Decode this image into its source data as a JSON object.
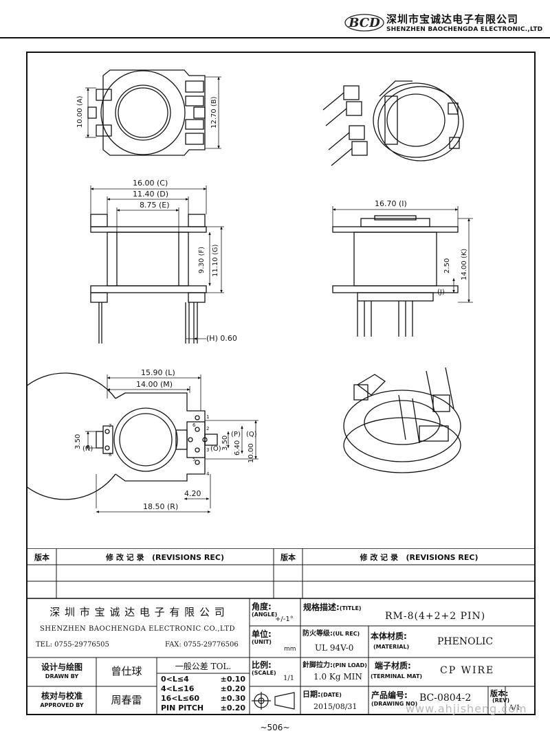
{
  "header": {
    "logo_text": "BCD",
    "company_cn": "深圳市宝诚达电子有限公司",
    "company_en": "SHENZHEN BAOCHENGDA ELECTRONIC.,LTD"
  },
  "dimensions": {
    "A": {
      "letter": "A",
      "value": "10.00"
    },
    "B": {
      "letter": "B",
      "value": "12.70"
    },
    "C": {
      "letter": "C",
      "value": "16.00"
    },
    "D": {
      "letter": "D",
      "value": "11.40"
    },
    "E": {
      "letter": "E",
      "value": "8.75"
    },
    "F": {
      "letter": "F",
      "value": "9.30"
    },
    "G": {
      "letter": "G",
      "value": "11.10"
    },
    "H": {
      "letter": "H",
      "value": "0.60"
    },
    "I": {
      "letter": "I",
      "value": "16.70"
    },
    "J": {
      "letter": "J",
      "value": "2.50"
    },
    "K": {
      "letter": "K",
      "value": "14.00"
    },
    "L": {
      "letter": "L",
      "value": "15.90"
    },
    "M": {
      "letter": "M",
      "value": "14.00"
    },
    "N": {
      "letter": "N",
      "value": "3.50"
    },
    "O": {
      "letter": "O",
      "value": "3.50"
    },
    "P": {
      "letter": "P",
      "value": "6.40"
    },
    "Q": {
      "letter": "Q",
      "value": "10.00"
    },
    "R": {
      "letter": "R",
      "value": "18.50"
    },
    "pin_pitch_dim": "4.20"
  },
  "pin_numbers": [
    "1",
    "2",
    "3",
    "4",
    "5",
    "6",
    "7",
    "8"
  ],
  "revisions": {
    "col_label": "版本",
    "heading_cn": "修 改 记 录",
    "heading_en": "(REVISIONS REC)"
  },
  "title_block": {
    "company_cn": "深 圳 市 宝 诚 达 电 子 有 限 公 司",
    "company_en": "SHENZHEN BAOCHENGDA ELECTRONIC CO.,LTD",
    "tel": "TEL: 0755-29776505",
    "fax": "FAX: 0755-29776506",
    "angle_cn": "角度:",
    "angle_en": "(ANGLE)",
    "angle_value": "+/-1°",
    "unit_cn": "单位:",
    "unit_en": "(UNIT)",
    "unit_value": "mm",
    "scale_cn": "比例:",
    "scale_en": "(SCALE)",
    "scale_value": "1/1",
    "title_cn": "规格描述:",
    "title_en": "(TITLE)",
    "title_value": "RM-8(4+2+2 PIN)",
    "ul_cn": "防火等级:",
    "ul_en": "(UL REC)",
    "ul_value": "UL 94V-0",
    "material_cn": "本体材质:",
    "material_en": "(MATERIAL)",
    "material_value": "PHENOLIC",
    "pinload_cn": "針脚拉力:",
    "pinload_en": "(PIN LOAD)",
    "pinload_value": "1.0 Kg MIN",
    "terminal_cn": "端子材质:",
    "terminal_en": "(TERMINAL MAT)",
    "terminal_value": "CP WIRE",
    "date_cn": "日期:",
    "date_en": "(DATE)",
    "date_value": "2015/08/31",
    "drawing_no_cn": "产品编号:",
    "drawing_no_en": "(DRAWING NO)",
    "drawing_no_value": "BC-0804-2",
    "rev_cn": "版本:",
    "rev_en": "(REV)",
    "rev_value": "A/1",
    "drawn_cn": "设计与绘图",
    "drawn_en": "DRAWN BY",
    "drawn_name": "曾仕球",
    "approved_cn": "核对与校准",
    "approved_en": "APPROVED BY",
    "approved_name": "周春雷",
    "tol_title": "一般公差 TOL.",
    "tol_rows": [
      {
        "range": "0<L≤4",
        "value": "±0.10"
      },
      {
        "range": "4<L≤16",
        "value": "±0.20"
      },
      {
        "range": "16<L≤60",
        "value": "±0.30"
      },
      {
        "range": "PIN PITCH",
        "value": "±0.20"
      }
    ]
  },
  "footer": {
    "page": "~506~"
  },
  "watermark": "www.ahjisheng.com"
}
